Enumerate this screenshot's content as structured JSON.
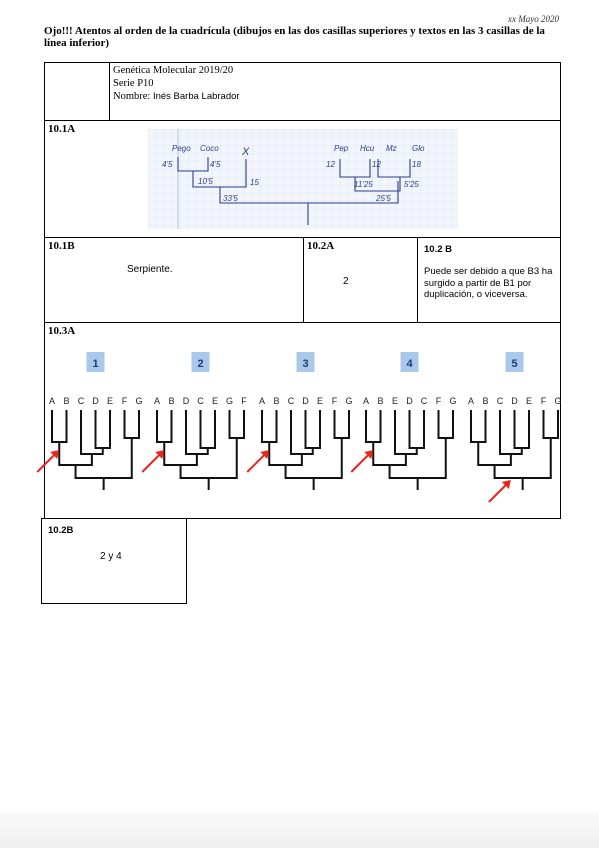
{
  "header": {
    "date": "xx Mayo 2020",
    "warning": "Ojo!!! Atentos al orden de la cuadrícula (dibujos en las dos casillas superiores y textos en las 3 casillas de la línea inferior)"
  },
  "info": {
    "course": "Genética Molecular 2019/20",
    "series": "Serie P10",
    "name_label": "Nombre:",
    "name_value": "Inés Barba Labrador"
  },
  "q101a": {
    "label": "10.1A",
    "sketch": {
      "leaves": [
        "Pego",
        "Coco",
        "X",
        "Pep",
        "Hcu",
        "Mz",
        "Glo"
      ],
      "values": [
        "4'5",
        "4'5",
        "10'5",
        "15",
        "33'5",
        "12",
        "12",
        "18",
        "11'25",
        "5'25",
        "25'5"
      ]
    }
  },
  "q101b": {
    "label": "10.1B",
    "answer": "Serpiente."
  },
  "q102a": {
    "label": "10.2A",
    "answer": "2"
  },
  "q102b_top": {
    "label": "10.2 B",
    "answer": "Puede ser debido a que B3 ha surgido a partir de B1 por duplicación, o viceversa."
  },
  "q103a": {
    "label": "10.3A",
    "trees": [
      {
        "number": "1",
        "leaves": [
          "A",
          "B",
          "C",
          "D",
          "E",
          "F",
          "G"
        ]
      },
      {
        "number": "2",
        "leaves": [
          "A",
          "B",
          "D",
          "C",
          "E",
          "G",
          "F"
        ]
      },
      {
        "number": "3",
        "leaves": [
          "A",
          "B",
          "C",
          "D",
          "E",
          "F",
          "G"
        ]
      },
      {
        "number": "4",
        "leaves": [
          "A",
          "B",
          "E",
          "D",
          "C",
          "F",
          "G"
        ]
      },
      {
        "number": "5",
        "leaves": [
          "A",
          "B",
          "C",
          "D",
          "E",
          "F",
          "G"
        ]
      }
    ],
    "colors": {
      "number_box": "#a9c8ec",
      "arrow": "#e8251f"
    }
  },
  "q102b_bottom": {
    "label": "10.2B",
    "answer": "2 y 4"
  }
}
